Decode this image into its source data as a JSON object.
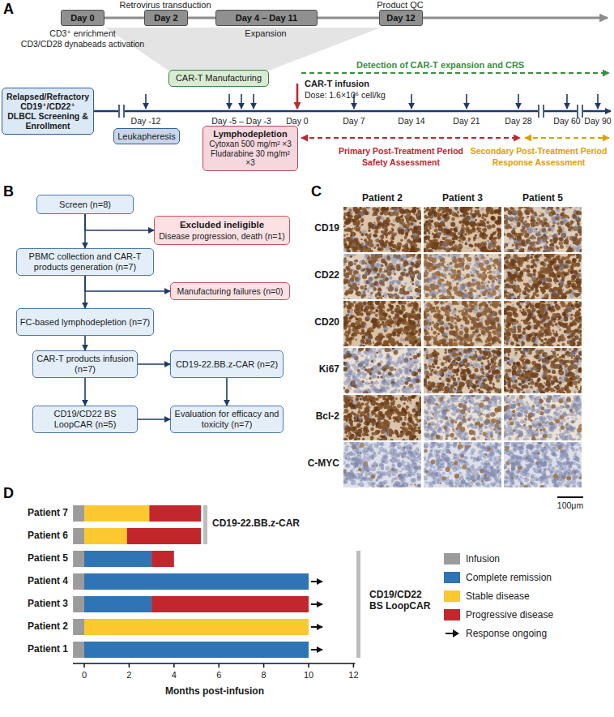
{
  "diagram": {
    "nodes": [
      {
        "text": [
          "Day 0"
        ]
      },
      {
        "text": [
          "Day 2"
        ]
      },
      {
        "text": [
          "Day 4 – Day 11"
        ]
      },
      {
        "text": [
          "Day 12"
        ]
      },
      {
        "text": [
          "CAR-T Manufacturing"
        ]
      },
      {
        "text": [
          "Relapsed/Refractory CD19⁺/CD22⁺ DLBCL Screening & Enrollment"
        ]
      },
      {
        "text": [
          "Leukapheresis"
        ]
      },
      {
        "text": [
          "Lymphodepletion",
          "Cytoxan 500 mg/m² ×3",
          "Fludarabine 30 mg/m² ×3"
        ]
      },
      {
        "text": [
          "Screen (n=8)"
        ]
      },
      {
        "text": [
          "Excluded ineligible",
          "Disease progression, death (n=1)"
        ]
      },
      {
        "text": [
          "PBMC collection and CAR-T products generation (n=7)"
        ]
      },
      {
        "text": [
          "Manufacturing failures (n=0)"
        ]
      },
      {
        "text": [
          "FC-based lymphodepletion (n=7)"
        ]
      },
      {
        "text": [
          "CAR-T products infusion (n=7)"
        ]
      },
      {
        "text": [
          "CD19-22.BB.z-CAR (n=2)"
        ]
      },
      {
        "text": [
          "CD19/CD22 BS LoopCAR (n=5)"
        ]
      },
      {
        "text": [
          "Evaluation for efficacy and toxicity (n=7)"
        ]
      }
    ],
    "edges": [
      {
        "from": 0,
        "to": 1,
        "arrow": "none"
      },
      {
        "from": 1,
        "to": 2,
        "arrow": "none"
      },
      {
        "from": 2,
        "to": 3,
        "arrow": "none"
      },
      {
        "from": 8,
        "to": 10,
        "arrow": "to"
      },
      {
        "from": 8,
        "to": 9,
        "arrow": "to"
      },
      {
        "from": 10,
        "to": 11,
        "arrow": "to"
      },
      {
        "from": 10,
        "to": 12,
        "arrow": "to"
      },
      {
        "from": 12,
        "to": 13,
        "arrow": "to"
      },
      {
        "from": 13,
        "to": 14,
        "arrow": "to"
      },
      {
        "from": 13,
        "to": 15,
        "arrow": "to"
      },
      {
        "from": 14,
        "to": 16,
        "arrow": "to"
      },
      {
        "from": 15,
        "to": 16,
        "arrow": "to"
      }
    ],
    "labels": [
      "A",
      "Retrovirus transduction",
      "Product QC",
      "CD3⁺ enrichment",
      "CD3/CD28 dynabeads activation",
      "Expansion",
      "Detection of CAR-T expansion and CRS",
      "CAR-T infusion",
      "Dose: 1.6×10⁶ cell/kg",
      "Day -12",
      "Day -5 – Day -3",
      "Day 0",
      "Day 7",
      "Day 14",
      "Day 21",
      "Day 28",
      "Day 60",
      "Day 90",
      "Primary Post-Treatment Period",
      "Safety Assessment",
      "Secondary Post-Treatment Period",
      "Response Assessment",
      "B",
      "C",
      "Patient 2",
      "Patient 3",
      "Patient 5",
      "CD19",
      "CD22",
      "CD20",
      "Ki67",
      "Bcl-2",
      "C-MYC",
      "100μm",
      "D",
      "Patient 7",
      "Patient 6",
      "Patient 5",
      "Patient 4",
      "Patient 3",
      "Patient 2",
      "Patient 1",
      "CD19-22.BB.z-CAR",
      "CD19/CD22 BS LoopCAR",
      "0",
      "2",
      "4",
      "6",
      "8",
      "10",
      "12",
      "Months post-infusion"
    ],
    "legend": [
      {
        "text": "Infusion",
        "color": "#9b9b9b"
      },
      {
        "text": "Complete remission",
        "color": "#2f74b5"
      },
      {
        "text": "Stable disease",
        "color": "#fbc92f"
      },
      {
        "text": "Progressive disease",
        "color": "#c2272d"
      },
      {
        "text": "Response ongoing"
      }
    ]
  }
}
